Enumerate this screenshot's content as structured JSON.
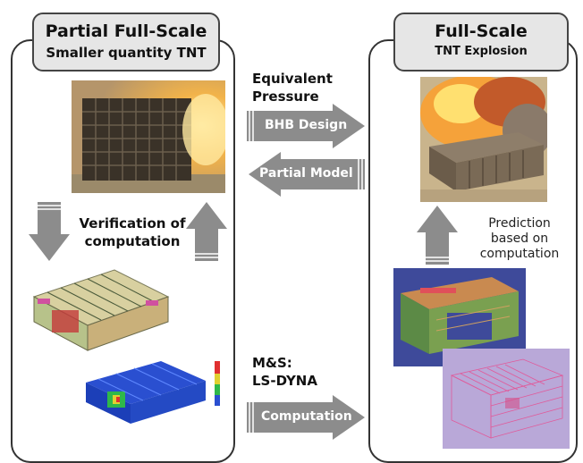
{
  "left_panel": {
    "title": "Partial Full-Scale",
    "subtitle": "Smaller quantity TNT"
  },
  "right_panel": {
    "title": "Full-Scale",
    "subtitle": "TNT Explosion"
  },
  "labels": {
    "equivalent_pressure": [
      "Equivalent",
      "Pressure"
    ],
    "verification": [
      "Verification of",
      "computation"
    ],
    "prediction": [
      "Prediction",
      "based on",
      "computation"
    ],
    "ms": [
      "M&S:",
      "LS-DYNA"
    ]
  },
  "arrows": {
    "bhb_design": "BHB Design",
    "partial_model": "Partial Model",
    "computation": "Computation"
  },
  "colors": {
    "arrow": "#8c8c8c",
    "tab": "#e6e6e6",
    "border": "#333333"
  }
}
